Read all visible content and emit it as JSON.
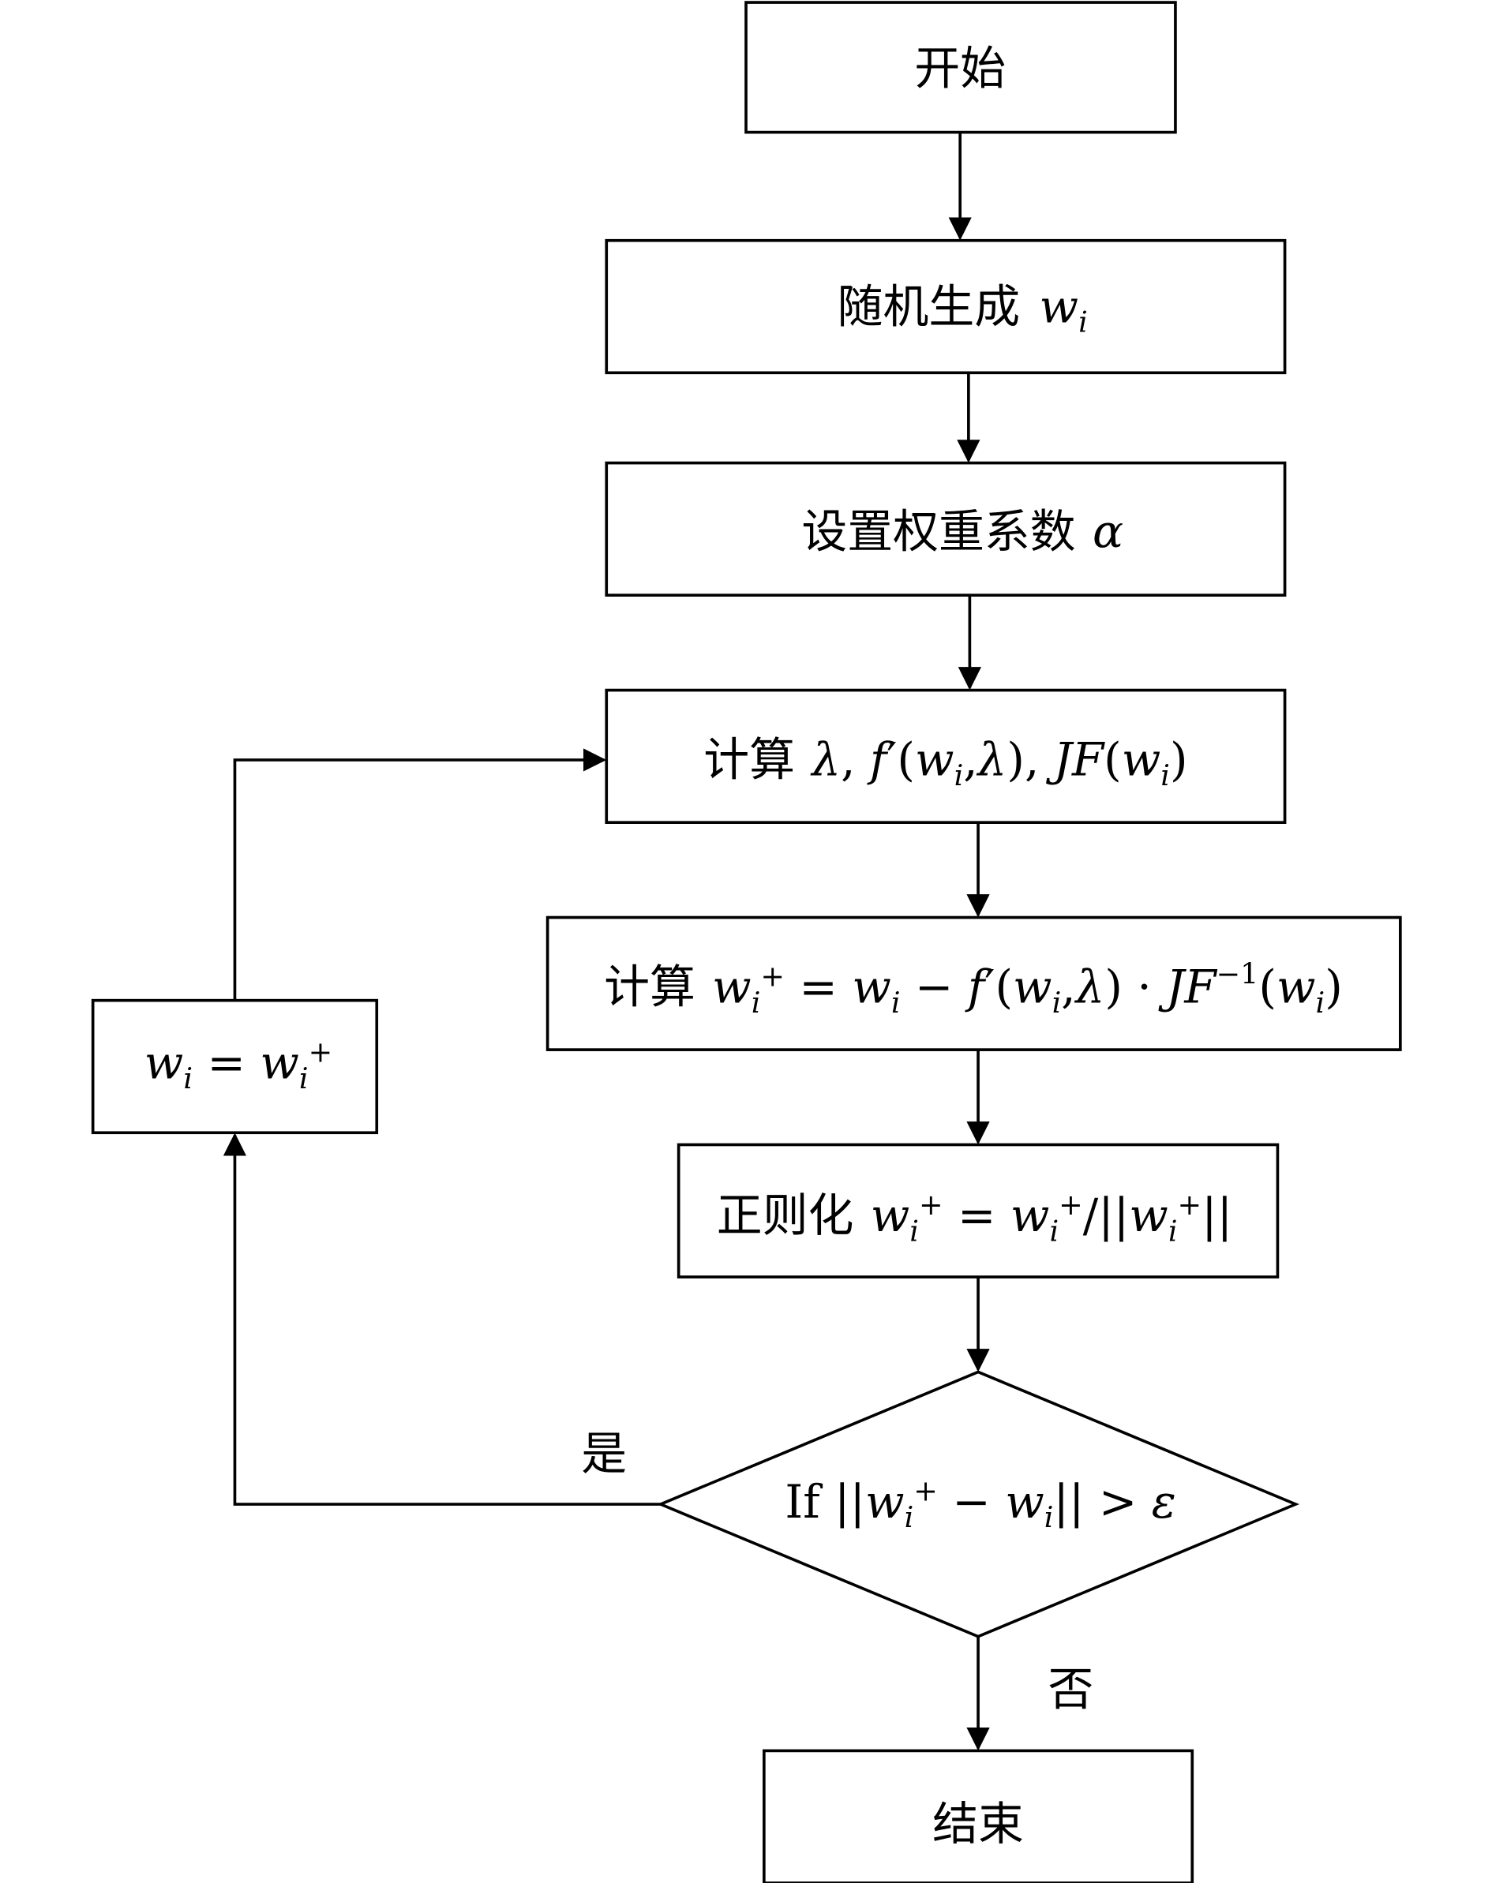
{
  "diagram": {
    "type": "flowchart",
    "nodes": [
      {
        "id": "start",
        "shape": "rect",
        "label": "开始"
      },
      {
        "id": "init",
        "shape": "rect",
        "label": "随机生成 w_i"
      },
      {
        "id": "alpha",
        "shape": "rect",
        "label": "设置权重系数 α"
      },
      {
        "id": "compute1",
        "shape": "rect",
        "label": "计算 λ, f′(w_i,λ), JF(w_i)"
      },
      {
        "id": "compute2",
        "shape": "rect",
        "label": "计算 w_i⁺ = w_i − f′(w_i,λ) · JF⁻¹(w_i)"
      },
      {
        "id": "normalize",
        "shape": "rect",
        "label": "正则化 w_i⁺ = w_i⁺/||w_i⁺||"
      },
      {
        "id": "check",
        "shape": "diamond",
        "label": "If ||w_i⁺ − w_i|| > ε"
      },
      {
        "id": "update",
        "shape": "rect",
        "label": "w_i = w_i⁺"
      },
      {
        "id": "end",
        "shape": "rect",
        "label": "结束"
      }
    ],
    "edges": [
      {
        "from": "start",
        "to": "init",
        "label": ""
      },
      {
        "from": "init",
        "to": "alpha",
        "label": ""
      },
      {
        "from": "alpha",
        "to": "compute1",
        "label": ""
      },
      {
        "from": "compute1",
        "to": "compute2",
        "label": ""
      },
      {
        "from": "compute2",
        "to": "normalize",
        "label": ""
      },
      {
        "from": "normalize",
        "to": "check",
        "label": ""
      },
      {
        "from": "check",
        "to": "update",
        "label": "是"
      },
      {
        "from": "update",
        "to": "compute1",
        "label": ""
      },
      {
        "from": "check",
        "to": "end",
        "label": "否"
      }
    ],
    "text": {
      "start": "开始",
      "init_cn": "随机生成",
      "alpha_cn": "设置权重系数",
      "alpha_sym": "α",
      "compute_cn": "计算",
      "normalize_cn": "正则化",
      "if_kw": "If",
      "yes": "是",
      "no": "否",
      "end": "结束",
      "w": "w",
      "i": "i",
      "plus": "+",
      "lambda": "λ",
      "eps": "ε",
      "f": "f",
      "JF": "JF",
      "inv": "−1"
    }
  }
}
